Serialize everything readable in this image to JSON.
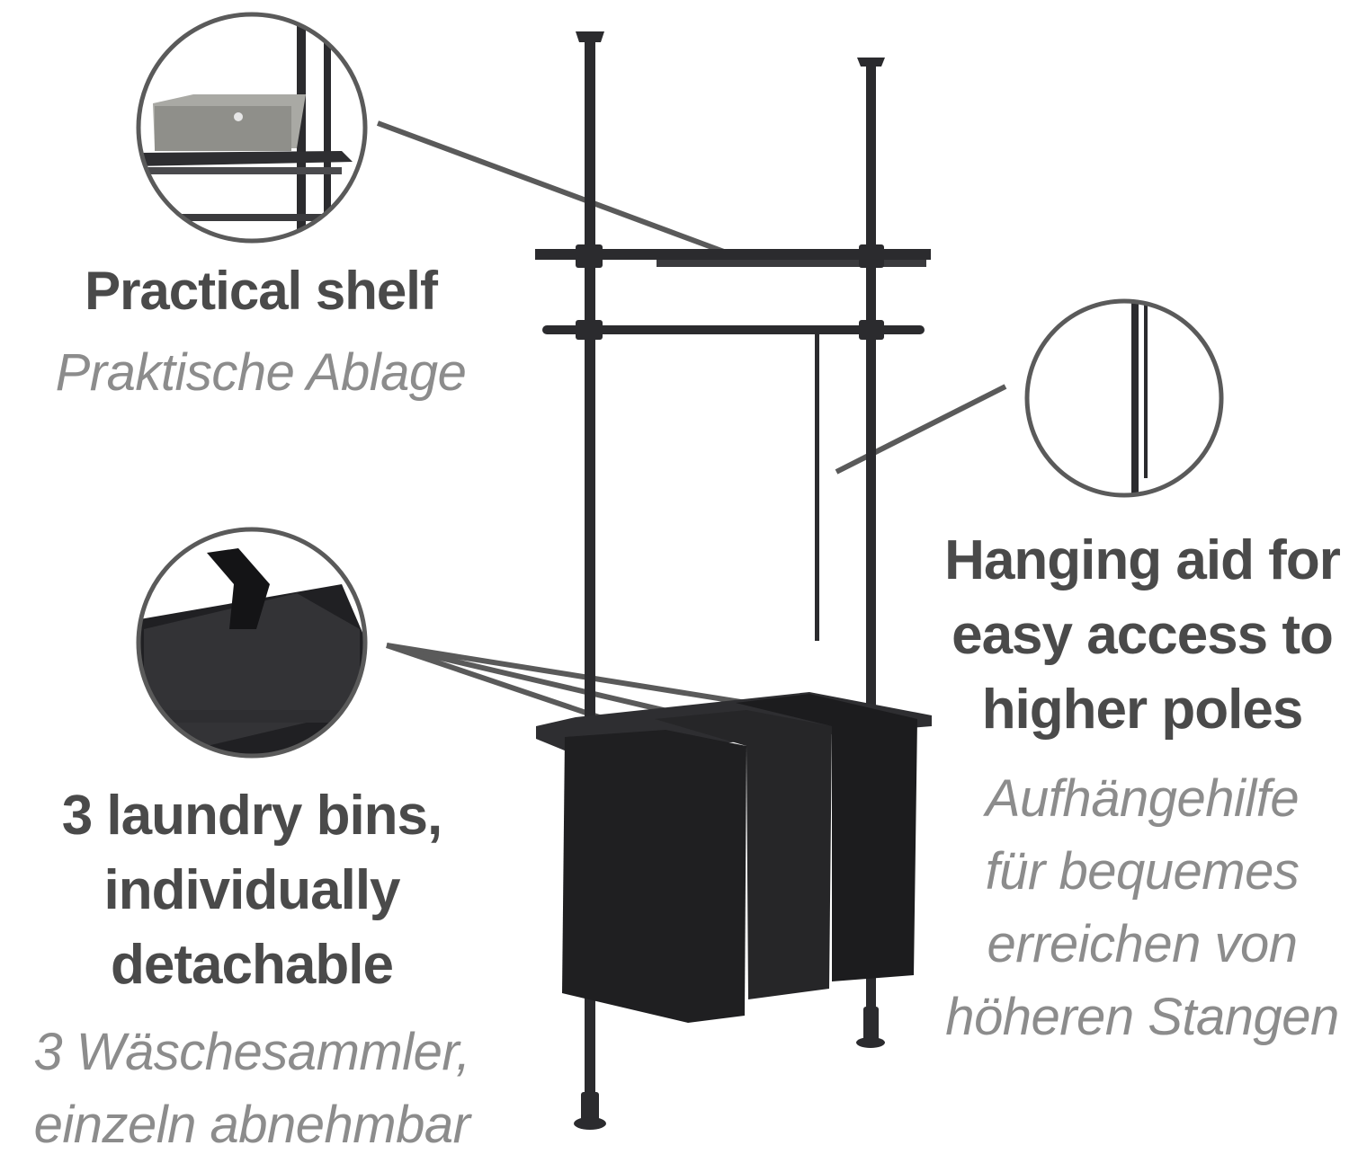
{
  "features": [
    {
      "id": "shelf",
      "title_en": "Practical shelf",
      "title_de": "Praktische Ablage",
      "detail_icon": "shelf-closeup-icon"
    },
    {
      "id": "hanging-aid",
      "title_en_lines": [
        "Hanging aid for",
        "easy access to",
        "higher poles"
      ],
      "title_de_lines": [
        "Aufhängehilfe",
        "für bequemes",
        "erreichen von",
        "höheren Stangen"
      ],
      "detail_icon": "hanging-aid-closeup-icon"
    },
    {
      "id": "laundry-bins",
      "title_en_lines": [
        "3 laundry bins,",
        "individually",
        "detachable"
      ],
      "title_de_lines": [
        "3 Wäschesammler,",
        "einzeln abnehmbar"
      ],
      "detail_icon": "laundry-bin-closeup-icon"
    }
  ],
  "colors": {
    "heading": "#4a4a4a",
    "subheading": "#8c8c8c",
    "frame": "#2b2b2e",
    "circle_outline": "#5a5a5a",
    "bin_fabric": "#1f1f21"
  }
}
